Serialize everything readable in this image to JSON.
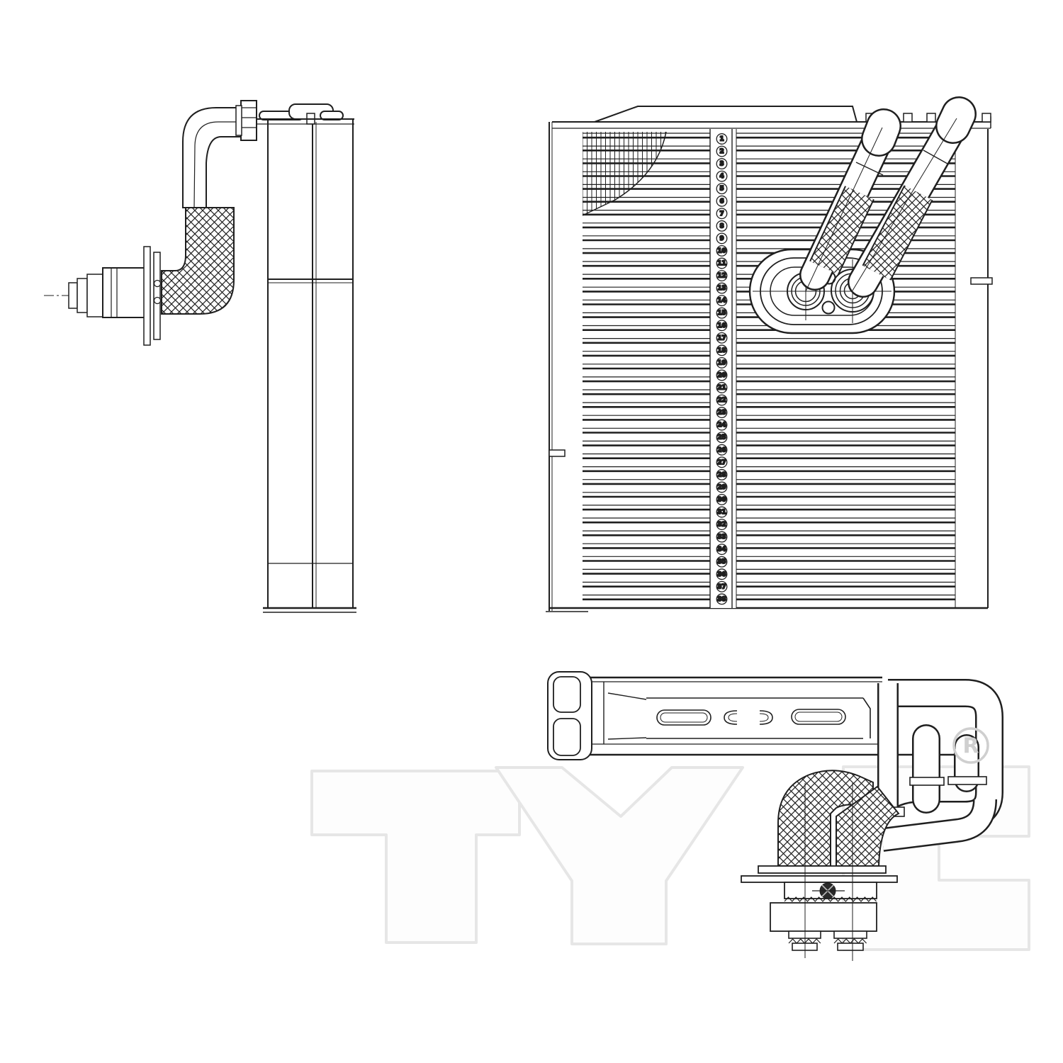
{
  "image": {
    "background": "#ffffff",
    "line_color": "#1f1f1f",
    "thin_line_color": "#2a2a2a"
  },
  "watermark": {
    "text": "TYC",
    "registered_mark": "R",
    "outline_color": "#e6e6e6",
    "fill_color": "#fdfdfd",
    "mark_color": "#cfcfcf"
  },
  "front_view": {
    "tube_numbers": [
      "1",
      "2",
      "3",
      "4",
      "5",
      "6",
      "7",
      "8",
      "9",
      "10",
      "11",
      "12",
      "13",
      "14",
      "15",
      "16",
      "17",
      "18",
      "19",
      "20",
      "21",
      "22",
      "23",
      "24",
      "25",
      "26",
      "27",
      "28",
      "29",
      "30",
      "31",
      "32",
      "33",
      "34",
      "35",
      "36",
      "37",
      "38"
    ],
    "fin_row_count": 37
  },
  "details": {
    "screw_color": "#2a2a2a"
  }
}
